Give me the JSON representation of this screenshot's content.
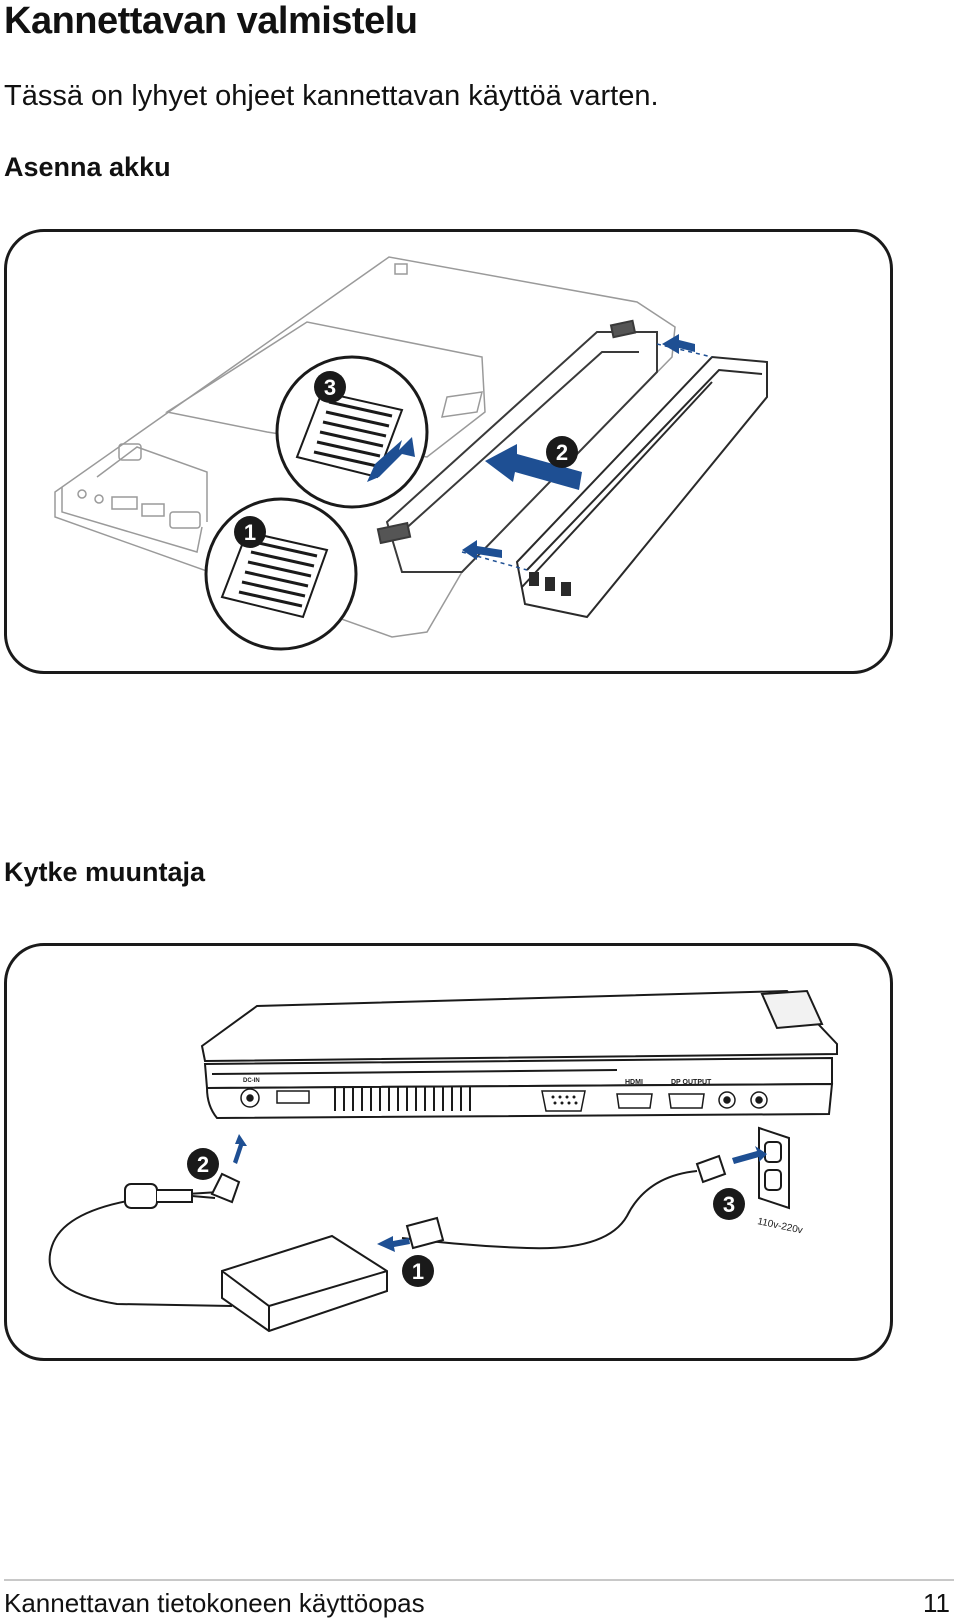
{
  "page": {
    "title": "Kannettavan valmistelu",
    "intro": "Tässä on lyhyet ohjeet kannettavan käyttöä varten."
  },
  "battery_section": {
    "heading": "Asenna akku",
    "steps": [
      "1",
      "2",
      "3"
    ]
  },
  "adapter_section": {
    "heading": "Kytke muuntaja",
    "steps": [
      "1",
      "2",
      "3"
    ],
    "port_labels": {
      "dc_in": "DC-IN",
      "hdmi": "HDMI",
      "dp_output": "DP OUTPUT"
    },
    "voltage": "110v-220v"
  },
  "footer": {
    "manual_title": "Kannettavan tietokoneen käyttöopas",
    "page_number": "11"
  },
  "colors": {
    "accent_blue": "#1e4f93",
    "badge_fill": "#1a1a1a"
  }
}
